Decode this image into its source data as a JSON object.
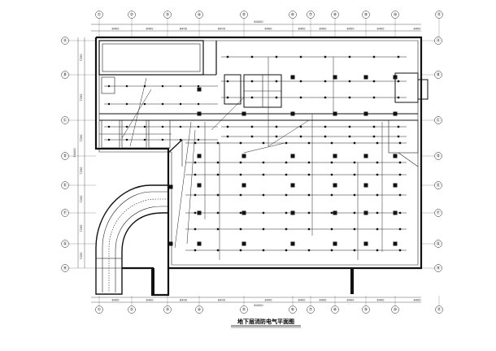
{
  "drawing": {
    "title": "地下层消防电气平面图"
  },
  "axes": {
    "top": [
      "①",
      "②",
      "③",
      "④",
      "⑤",
      "⑥",
      "⑦",
      "⑧",
      "⑨",
      "⑩",
      "⑪"
    ],
    "bottom": [
      "①",
      "②",
      "③",
      "④",
      "⑤",
      "⑥",
      "⑦",
      "⑧",
      "⑨",
      "⑩",
      "⑪"
    ],
    "left": [
      "Ⓐ",
      "Ⓑ",
      "Ⓒ",
      "Ⓓ",
      "Ⓔ",
      "Ⓕ",
      "Ⓖ",
      "Ⓗ"
    ],
    "right": [
      "Ⓐ",
      "Ⓑ",
      "Ⓒ",
      "Ⓓ",
      "Ⓔ",
      "Ⓕ",
      "Ⓖ",
      "Ⓗ"
    ]
  },
  "dimensions": {
    "top_segments": [
      "8400",
      "8400",
      "8400",
      "8400",
      "8400",
      "8400",
      "8400",
      "8400",
      "8400",
      "8400"
    ],
    "top_overall": "84000",
    "bottom_segments": [
      "8400",
      "8400",
      "8400",
      "8400",
      "8400",
      "8400",
      "8400",
      "8400",
      "8400",
      "8400"
    ],
    "bottom_overall": "84000",
    "left_segments": [
      "7200",
      "7200",
      "7200",
      "7200",
      "7200",
      "7200",
      "7200"
    ],
    "left_overall": "50400"
  },
  "colors": {
    "ink": "#111111",
    "paper": "#ffffff"
  }
}
